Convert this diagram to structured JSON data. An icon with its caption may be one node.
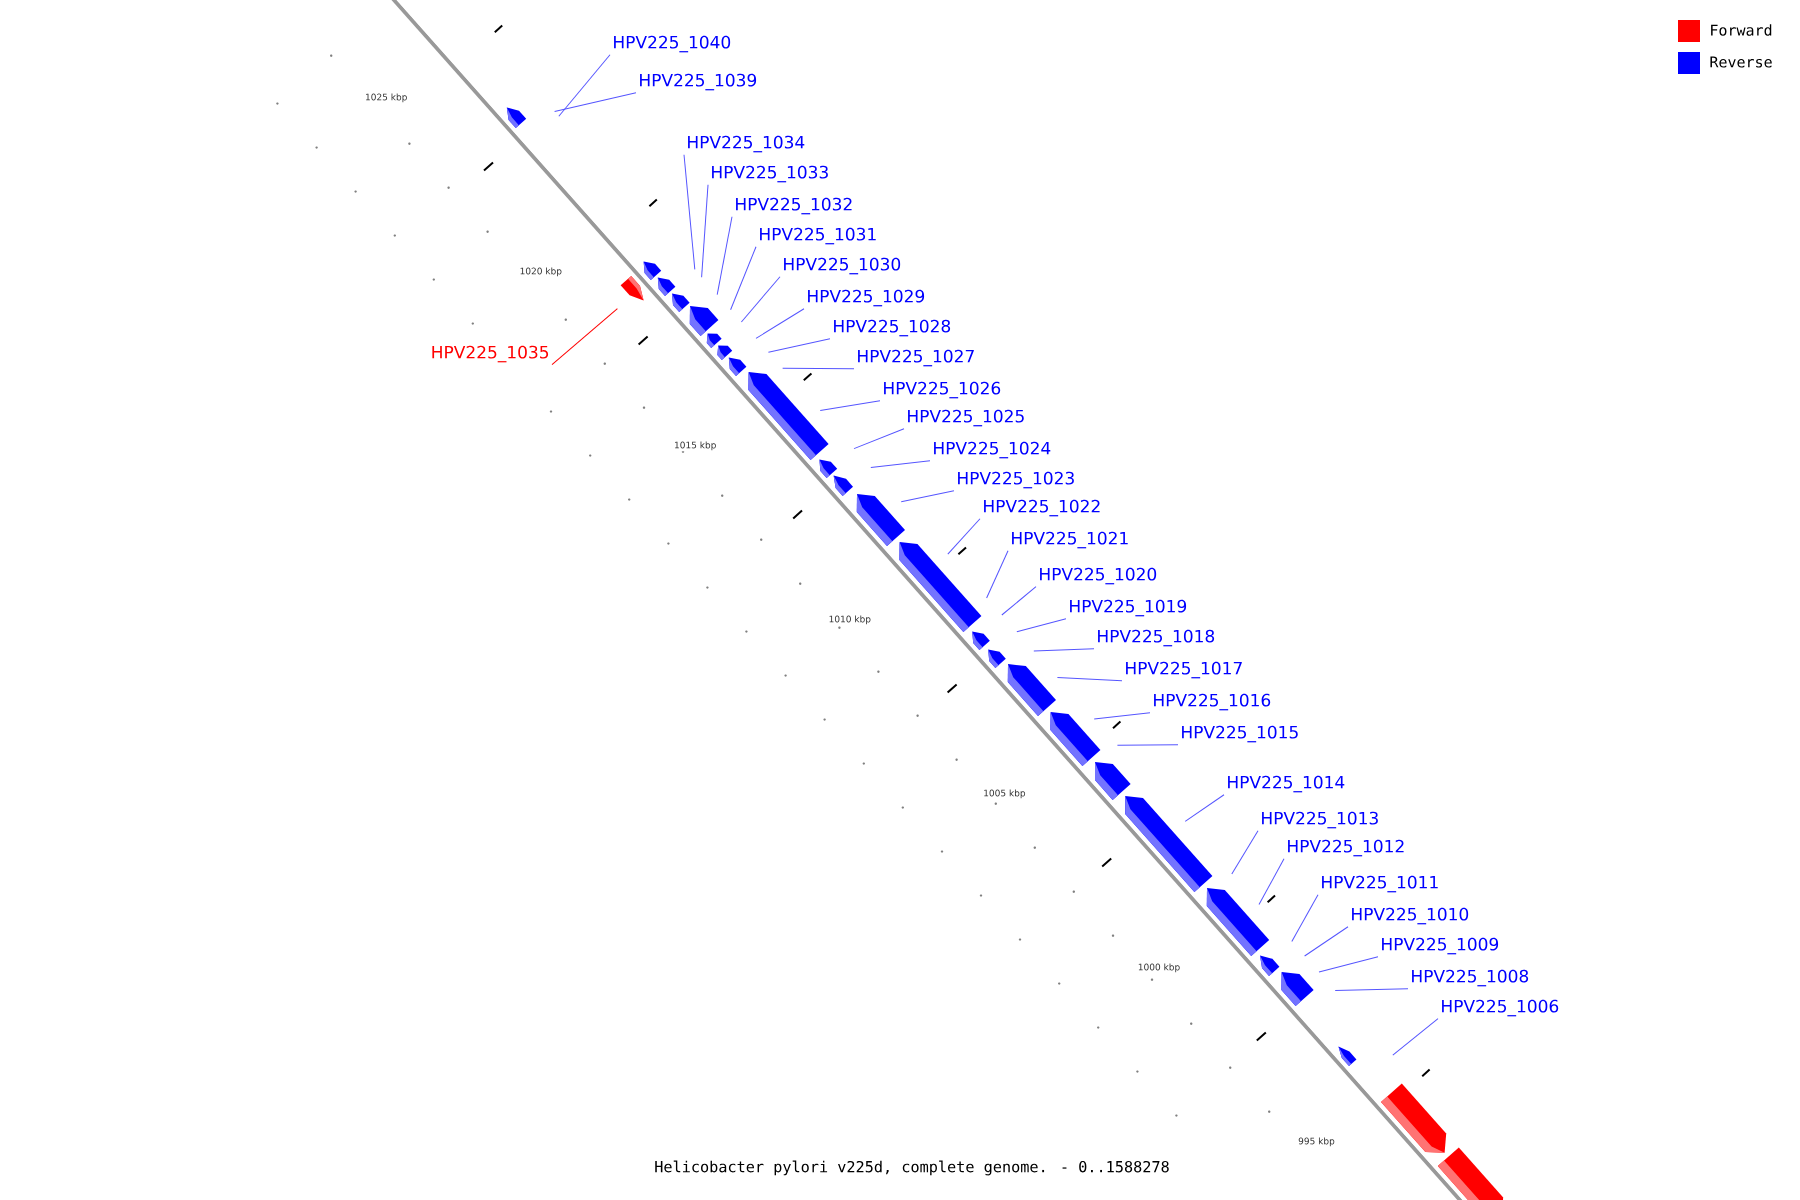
{
  "diagram": {
    "caption": "Helicobacter pylori v225d, complete genome. - 0..1588278",
    "nodes": [
      {
        "text": [
          "HPV225_1040"
        ]
      },
      {
        "text": [
          "HPV225_1039"
        ]
      },
      {
        "text": [
          "HPV225_1034"
        ]
      },
      {
        "text": [
          "HPV225_1033"
        ]
      },
      {
        "text": [
          "HPV225_1032"
        ]
      },
      {
        "text": [
          "HPV225_1031"
        ]
      },
      {
        "text": [
          "HPV225_1030"
        ]
      },
      {
        "text": [
          "HPV225_1029"
        ]
      },
      {
        "text": [
          "HPV225_1028"
        ]
      },
      {
        "text": [
          "HPV225_1035"
        ]
      },
      {
        "text": [
          "HPV225_1027"
        ]
      },
      {
        "text": [
          "HPV225_1026"
        ]
      },
      {
        "text": [
          "HPV225_1025"
        ]
      },
      {
        "text": [
          "HPV225_1024"
        ]
      },
      {
        "text": [
          "HPV225_1023"
        ]
      },
      {
        "text": [
          "HPV225_1022"
        ]
      },
      {
        "text": [
          "HPV225_1021"
        ]
      },
      {
        "text": [
          "HPV225_1020"
        ]
      },
      {
        "text": [
          "HPV225_1019"
        ]
      },
      {
        "text": [
          "HPV225_1018"
        ]
      },
      {
        "text": [
          "HPV225_1017"
        ]
      },
      {
        "text": [
          "HPV225_1016"
        ]
      },
      {
        "text": [
          "HPV225_1015"
        ]
      },
      {
        "text": [
          "HPV225_1014"
        ]
      },
      {
        "text": [
          "HPV225_1013"
        ]
      },
      {
        "text": [
          "HPV225_1012"
        ]
      },
      {
        "text": [
          "HPV225_1011"
        ]
      },
      {
        "text": [
          "HPV225_1010"
        ]
      },
      {
        "text": [
          "HPV225_1009"
        ]
      },
      {
        "text": [
          "HPV225_1008"
        ]
      },
      {
        "text": [
          "HPV225_1006"
        ]
      }
    ],
    "edges": [
      {
        "from": 0,
        "to": null,
        "arrow": "none"
      },
      {
        "from": 1,
        "to": null,
        "arrow": "none"
      },
      {
        "from": 2,
        "to": null,
        "arrow": "none"
      },
      {
        "from": 3,
        "to": null,
        "arrow": "none"
      },
      {
        "from": 4,
        "to": null,
        "arrow": "none"
      },
      {
        "from": 5,
        "to": null,
        "arrow": "none"
      },
      {
        "from": 6,
        "to": null,
        "arrow": "none"
      },
      {
        "from": 7,
        "to": null,
        "arrow": "none"
      },
      {
        "from": 8,
        "to": null,
        "arrow": "none"
      },
      {
        "from": 9,
        "to": null,
        "arrow": "none",
        "color": "#ff0000"
      },
      {
        "from": 10,
        "to": null,
        "arrow": "none"
      },
      {
        "from": 11,
        "to": null,
        "arrow": "none"
      },
      {
        "from": 12,
        "to": null,
        "arrow": "none"
      },
      {
        "from": 13,
        "to": null,
        "arrow": "none"
      },
      {
        "from": 14,
        "to": null,
        "arrow": "none"
      },
      {
        "from": 15,
        "to": null,
        "arrow": "none"
      },
      {
        "from": 16,
        "to": null,
        "arrow": "none"
      },
      {
        "from": 17,
        "to": null,
        "arrow": "none"
      },
      {
        "from": 18,
        "to": null,
        "arrow": "none"
      },
      {
        "from": 19,
        "to": null,
        "arrow": "none"
      },
      {
        "from": 20,
        "to": null,
        "arrow": "none"
      },
      {
        "from": 21,
        "to": null,
        "arrow": "none"
      },
      {
        "from": 22,
        "to": null,
        "arrow": "none"
      },
      {
        "from": 23,
        "to": null,
        "arrow": "none"
      },
      {
        "from": 24,
        "to": null,
        "arrow": "none"
      },
      {
        "from": 25,
        "to": null,
        "arrow": "none"
      },
      {
        "from": 26,
        "to": null,
        "arrow": "none"
      },
      {
        "from": 27,
        "to": null,
        "arrow": "none"
      },
      {
        "from": 28,
        "to": null,
        "arrow": "none"
      },
      {
        "from": 29,
        "to": null,
        "arrow": "none"
      },
      {
        "from": 30,
        "to": null,
        "arrow": "none"
      }
    ],
    "labels": [
      "1025 kbp",
      "1020 kbp",
      "1015 kbp",
      "1010 kbp",
      "1005 kbp",
      "1000 kbp",
      "995 kbp"
    ],
    "legend": [
      {
        "text": "Forward",
        "color": "#ff0000"
      },
      {
        "text": "Reverse",
        "color": "#0000ff"
      }
    ]
  }
}
